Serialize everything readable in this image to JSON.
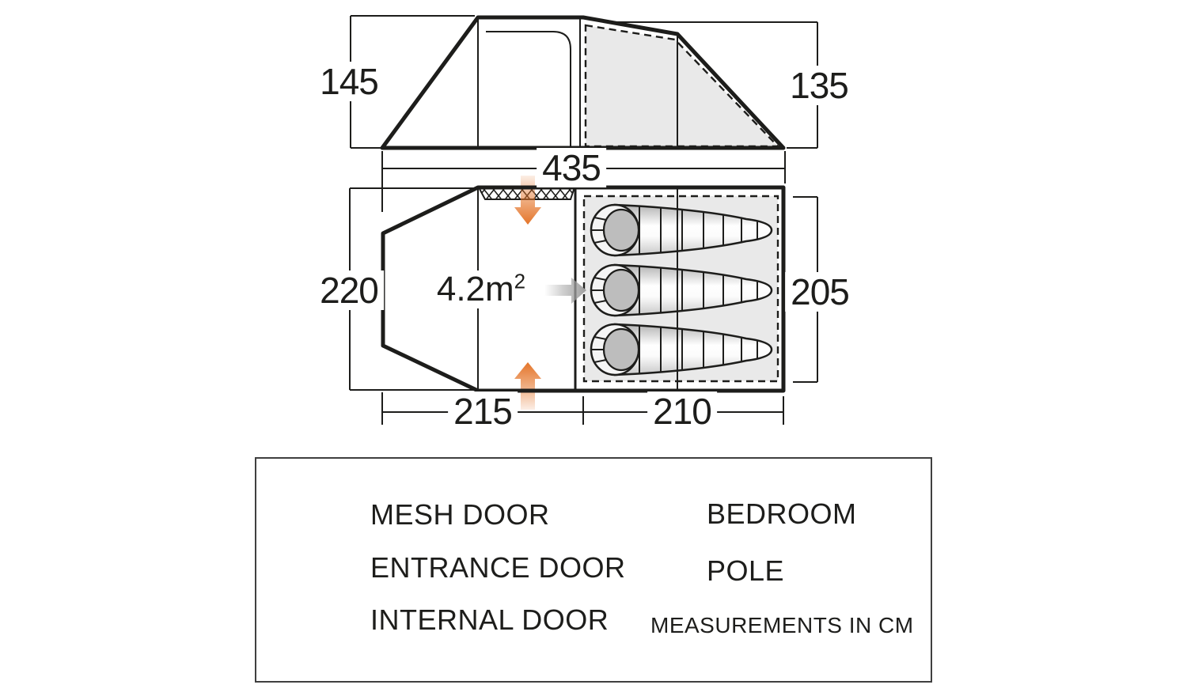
{
  "diagram_title": "tent-floorplan-diagram",
  "dimensions": {
    "height_left": "145",
    "height_right": "135",
    "width_total": "435",
    "plan_width_left": "220",
    "plan_bedroom_height": "205",
    "plan_length_living": "215",
    "plan_length_bedroom": "210"
  },
  "living_area": {
    "value": "4.2m",
    "sup": "2"
  },
  "floorplan": {
    "sleeping_bag_count": 3
  },
  "legend": {
    "mesh_door": "MESH DOOR",
    "entrance_door": "ENTRANCE DOOR",
    "internal_door": "INTERNAL DOOR",
    "bedroom": "BEDROOM",
    "pole": "POLE",
    "note": "MEASUREMENTS IN CM"
  },
  "colors": {
    "entrance_orange": "#e4752a",
    "internal_gray": "#9e9e9e",
    "bedroom_fill": "#e9e9e9",
    "line": "#1d1d1b"
  }
}
